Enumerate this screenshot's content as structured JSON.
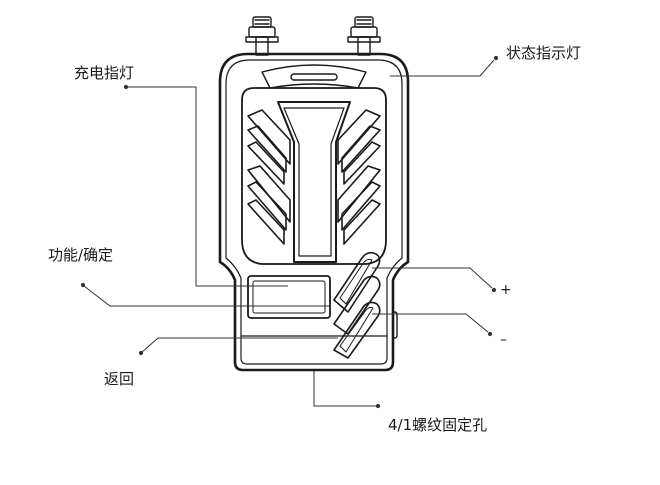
{
  "diagram": {
    "labels": {
      "status_indicator": "状态指示灯",
      "charge_indicator": "充电指灯",
      "function_confirm": "功能/确定",
      "plus": "+",
      "minus": "–",
      "back": "返回",
      "screw_hole": "4/1螺纹固定孔"
    },
    "colors": {
      "line": "#1a1a1a",
      "background": "#ffffff"
    }
  }
}
